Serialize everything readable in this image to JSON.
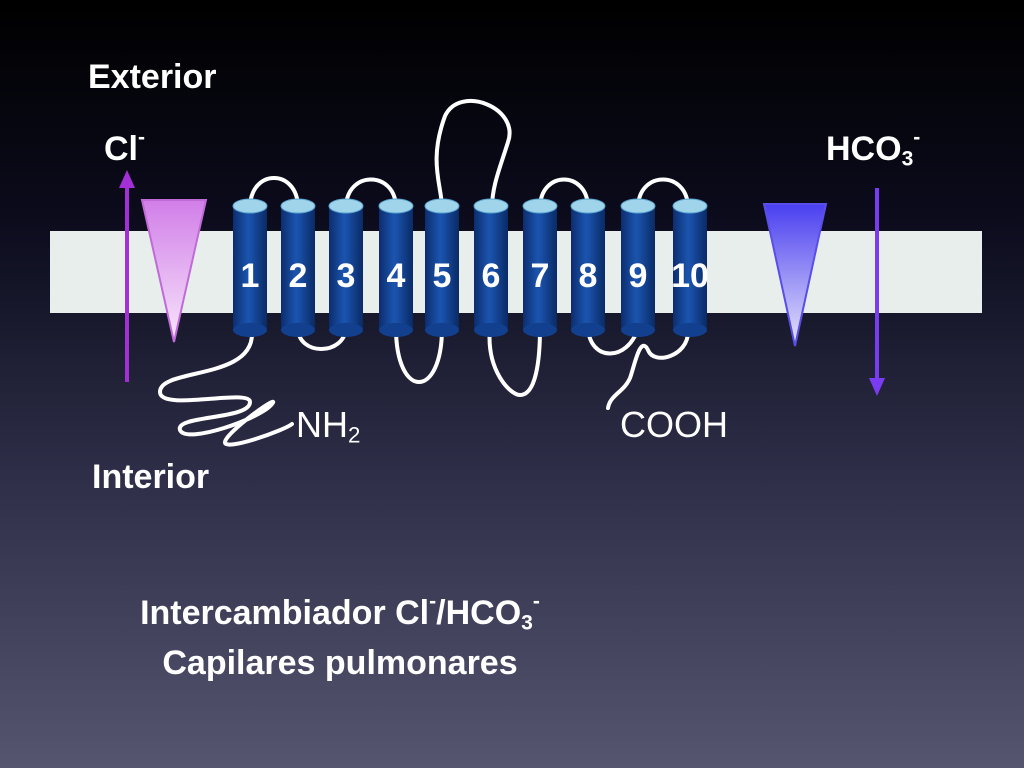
{
  "labels": {
    "exterior": "Exterior",
    "interior": "Interior",
    "cl_base": "Cl",
    "cl_charge": "-",
    "hco3_base": "HCO",
    "hco3_subscript": "3",
    "hco3_charge": "-",
    "nh2_base": "NH",
    "nh2_subscript": "2",
    "cooh": "COOH"
  },
  "title": {
    "line1_part1": "Intercambiador Cl",
    "line1_charge1": "-",
    "line1_part2": "/HCO",
    "line1_subscript": "3",
    "line1_charge2": "-",
    "line2": "Capilares pulmonares"
  },
  "segments": [
    "1",
    "2",
    "3",
    "4",
    "5",
    "6",
    "7",
    "8",
    "9",
    "10"
  ],
  "colors": {
    "membrane": "#e8eeec",
    "helix_dark": "#123f8e",
    "helix_top": "#9fd4ea",
    "loop": "#ffffff",
    "cl_triangle": "#e3a3f0",
    "cl_arrow": "#a52fd6",
    "hco3_triangle": "#6d5cf2",
    "hco3_arrow": "#7a3cf0"
  }
}
